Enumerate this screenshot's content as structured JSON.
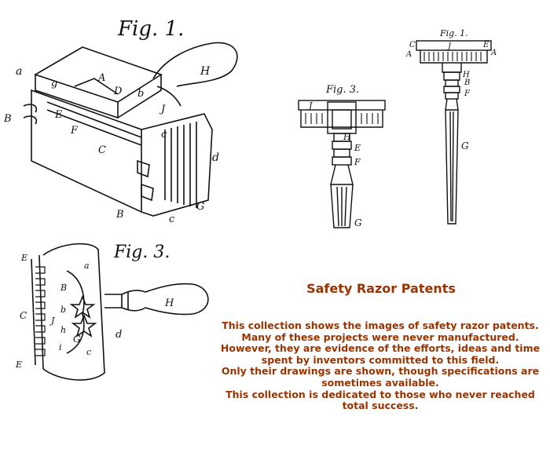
{
  "title": "Safety Razor Patents",
  "intro_lines": [
    "This collection shows the images of safety razor patents.",
    "Many of these projects were never manufactured.",
    "However, they are evidence of the efforts, ideas and time",
    "spent by inventors committed to this field.",
    "Only their drawings are shown, though specifications are",
    "sometimes available.",
    "This collection is dedicated to those who never reached",
    "total success."
  ],
  "drawings": {
    "top_left": {
      "fig_label": "Fig. 1.",
      "labels": [
        "a",
        "H",
        "g",
        "A",
        "D",
        "b",
        "J",
        "B",
        "E",
        "c",
        "F",
        "C",
        "d",
        "B",
        "c",
        "G"
      ]
    },
    "top_right_large": {
      "fig_label": "Fig. 1.",
      "labels": [
        "C",
        "A",
        "J",
        "E",
        "A",
        "H",
        "B",
        "F",
        "G"
      ]
    },
    "top_right_small": {
      "fig_label": "Fig. 3.",
      "labels": [
        "J",
        "H",
        "E",
        "F",
        "G"
      ]
    },
    "bottom_left": {
      "fig_label": "Fig. 3.",
      "labels": [
        "E",
        "a",
        "B",
        "b",
        "C",
        "J",
        "h",
        "G",
        "i",
        "c",
        "d",
        "H",
        "E"
      ]
    }
  }
}
